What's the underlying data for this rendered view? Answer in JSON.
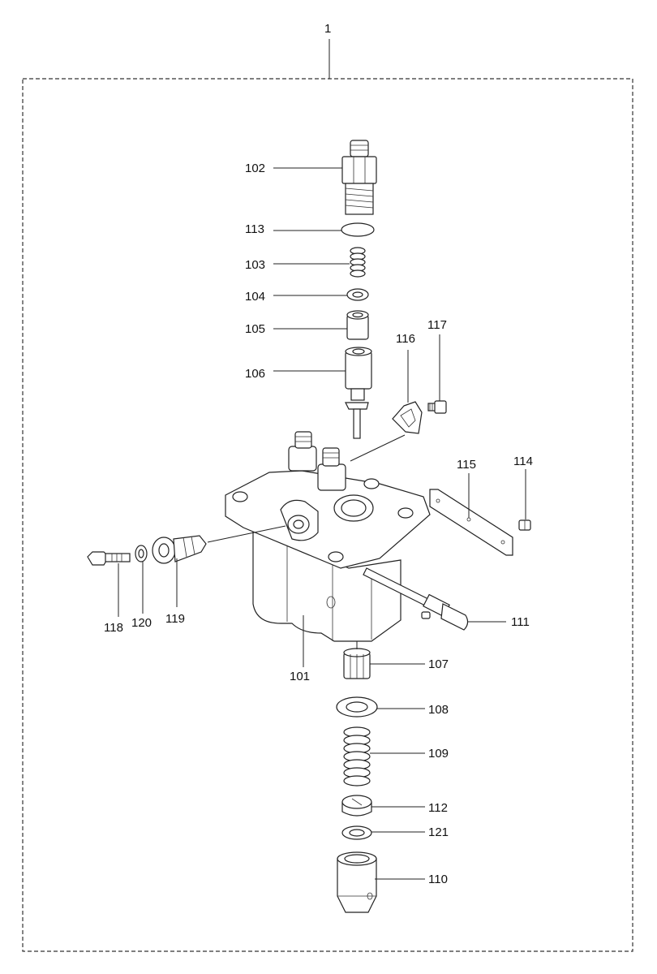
{
  "assembly_number": "1",
  "callouts": {
    "p101": "101",
    "p102": "102",
    "p103": "103",
    "p104": "104",
    "p105": "105",
    "p106": "106",
    "p107": "107",
    "p108": "108",
    "p109": "109",
    "p110": "110",
    "p111": "111",
    "p112": "112",
    "p113": "113",
    "p114": "114",
    "p115": "115",
    "p116": "116",
    "p117": "117",
    "p118": "118",
    "p119": "119",
    "p120": "120",
    "p121": "121"
  }
}
